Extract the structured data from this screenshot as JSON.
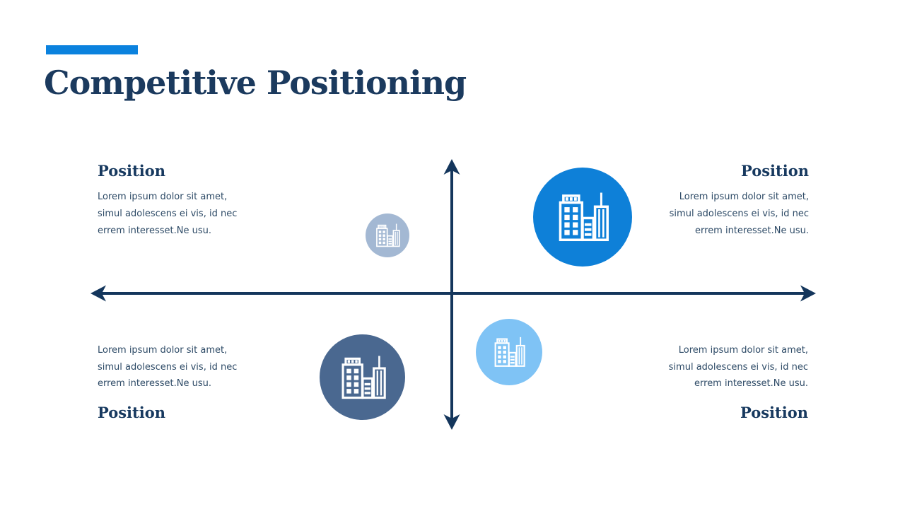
{
  "slide": {
    "title": "Competitive Positioning"
  },
  "colors": {
    "accent_bar": "#0b82de",
    "title_text": "#1b3a5e",
    "heading_text": "#17395f",
    "body_text": "#2d4a66",
    "axis": "#14365c",
    "bubble_top_left": "#a3b8d3",
    "bubble_top_right": "#0e80d8",
    "bubble_bottom_left": "#4a6890",
    "bubble_bottom_right": "#7fc3f5",
    "icon_stroke": "#ffffff"
  },
  "quadrants": [
    {
      "position": "top-left",
      "heading": "Position",
      "body_lines": [
        "Lorem ipsum dolor sit amet,",
        "simul adolescens ei vis, id nec",
        "errem interesset.Ne usu."
      ]
    },
    {
      "position": "top-right",
      "heading": "Position",
      "body_lines": [
        "Lorem ipsum dolor sit amet,",
        "simul adolescens ei vis, id nec",
        "errem interesset.Ne usu."
      ]
    },
    {
      "position": "bottom-left",
      "heading": "Position",
      "body_lines": [
        "Lorem ipsum dolor sit amet,",
        "simul adolescens ei vis, id nec",
        "errem interesset.Ne usu."
      ]
    },
    {
      "position": "bottom-right",
      "heading": "Position",
      "body_lines": [
        "Lorem ipsum dolor sit amet,",
        "simul adolescens ei vis, id nec",
        "errem interesset.Ne usu."
      ]
    }
  ],
  "diagram": {
    "type": "quadrant-positioning",
    "axes": "crossed horizontal and vertical arrows, no labels",
    "bubbles": [
      {
        "quadrant": "top-left",
        "relative_size": "small",
        "color": "#a3b8d3",
        "icon": "buildings"
      },
      {
        "quadrant": "top-right",
        "relative_size": "extra-large",
        "color": "#0e80d8",
        "icon": "buildings"
      },
      {
        "quadrant": "bottom-left",
        "relative_size": "large",
        "color": "#4a6890",
        "icon": "buildings"
      },
      {
        "quadrant": "bottom-right",
        "relative_size": "medium",
        "color": "#7fc3f5",
        "icon": "buildings"
      }
    ]
  }
}
